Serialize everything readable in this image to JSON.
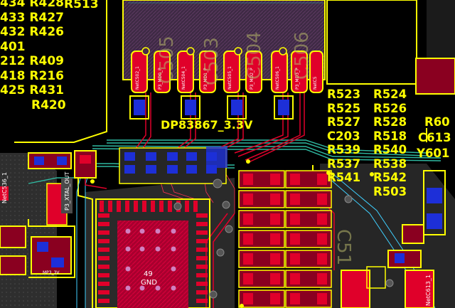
{
  "left_labels": [
    "434 R428",
    "433 R427",
    "432 R426",
    "401",
    "212 R409",
    "418 R216",
    "425 R431",
    "R420"
  ],
  "top_labels": {
    "r513": "R513"
  },
  "right_labels_col1": [
    "R523",
    "R525",
    "R527",
    "C203",
    "R539",
    "R537",
    "R541"
  ],
  "right_labels_col2": [
    "R524",
    "R526",
    "R528",
    "R518",
    "R540",
    "R538",
    "R542",
    "R503"
  ],
  "right_edge_labels": [
    "R60",
    "C613",
    "Y601"
  ],
  "center_label": "DP83867_3.3V",
  "pad_49": {
    "number": "49",
    "net": "GND"
  },
  "connector_pins": [
    "NetC502_1",
    "P3_MD0_P",
    "NetC504_1",
    "P3_MD1_P",
    "NetC505_1",
    "P3_MD2_P",
    "NetC506_1",
    "P3_MD3_P",
    "NetC5"
  ],
  "ghost_designators": [
    "C505",
    "C503",
    "C504",
    "C506",
    "C51"
  ],
  "small_labels": {
    "xtal": "P3_XTAL_OUT",
    "netc536": "NetC536_1",
    "mp3": "MP3_3V",
    "netc613": "NetC613_1"
  },
  "colors": {
    "top_copper": "#e0002a",
    "bottom_copper": "#1d2fd8",
    "silkscreen": "#ffff00",
    "board_fill": "#4a2a4a",
    "pour": "#2f2f2f"
  }
}
